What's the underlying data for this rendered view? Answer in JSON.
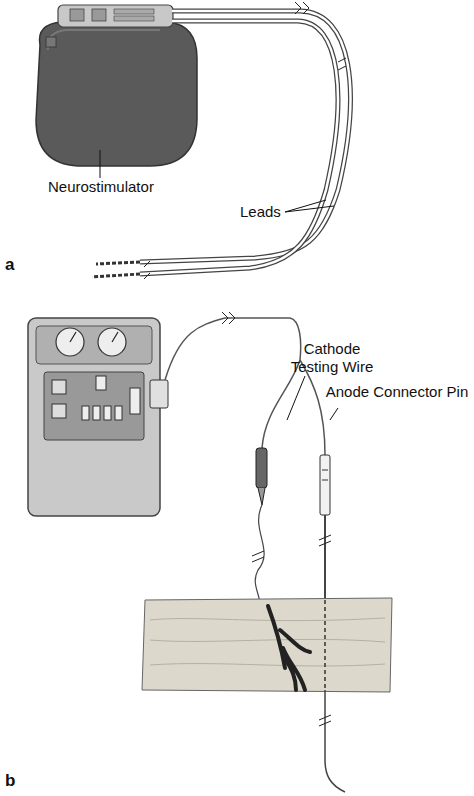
{
  "diagram": {
    "labels": [
      "Leads",
      "Neurostimulator",
      "a",
      "Cathode Testing Wire",
      "Anode Connector Pin",
      "b"
    ]
  }
}
